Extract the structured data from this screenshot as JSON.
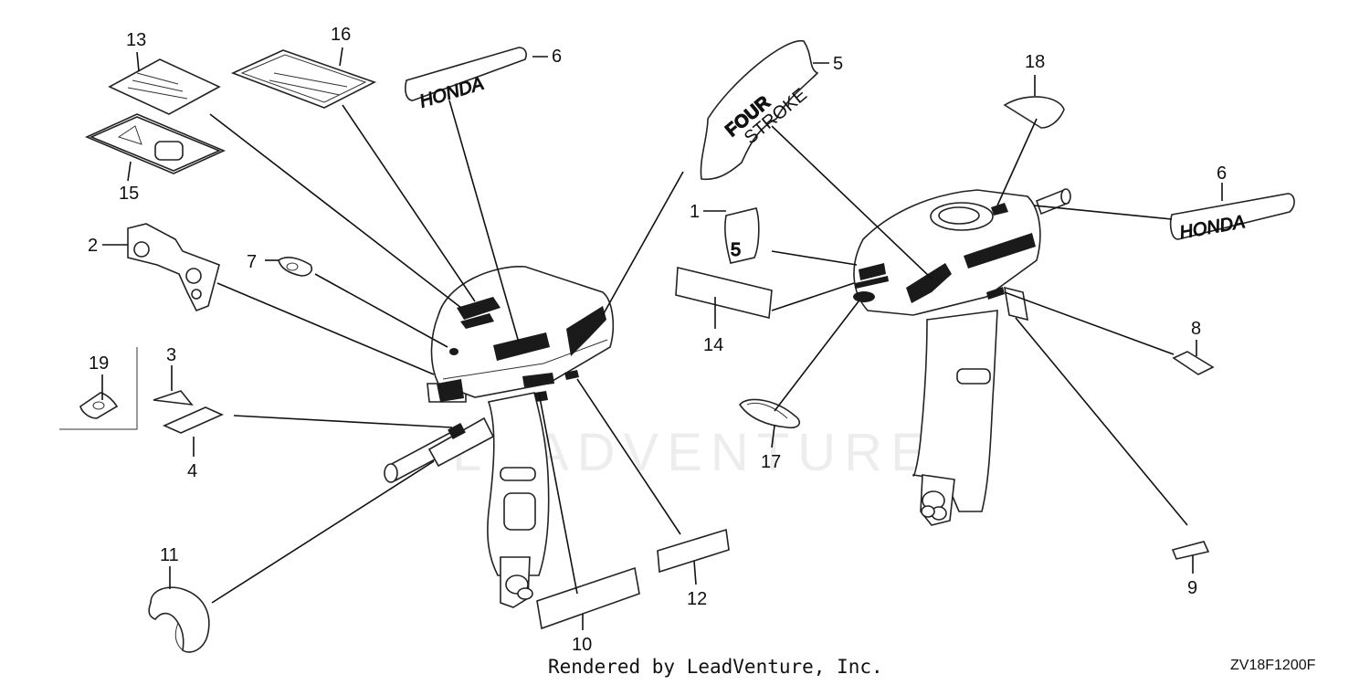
{
  "callouts": [
    "1",
    "2",
    "3",
    "4",
    "5",
    "6",
    "7",
    "8",
    "9",
    "10",
    "11",
    "12",
    "13",
    "14",
    "15",
    "16",
    "17",
    "18",
    "19"
  ],
  "decals": {
    "honda_text": "HONDA",
    "model_badge_text": "5",
    "four_stroke_text": "FOUR",
    "four_stroke_sub": "STROKE"
  },
  "watermark": "LEADVENTURE",
  "footer": {
    "credit": "Rendered by LeadVenture, Inc.",
    "code": "ZV18F1200F"
  }
}
